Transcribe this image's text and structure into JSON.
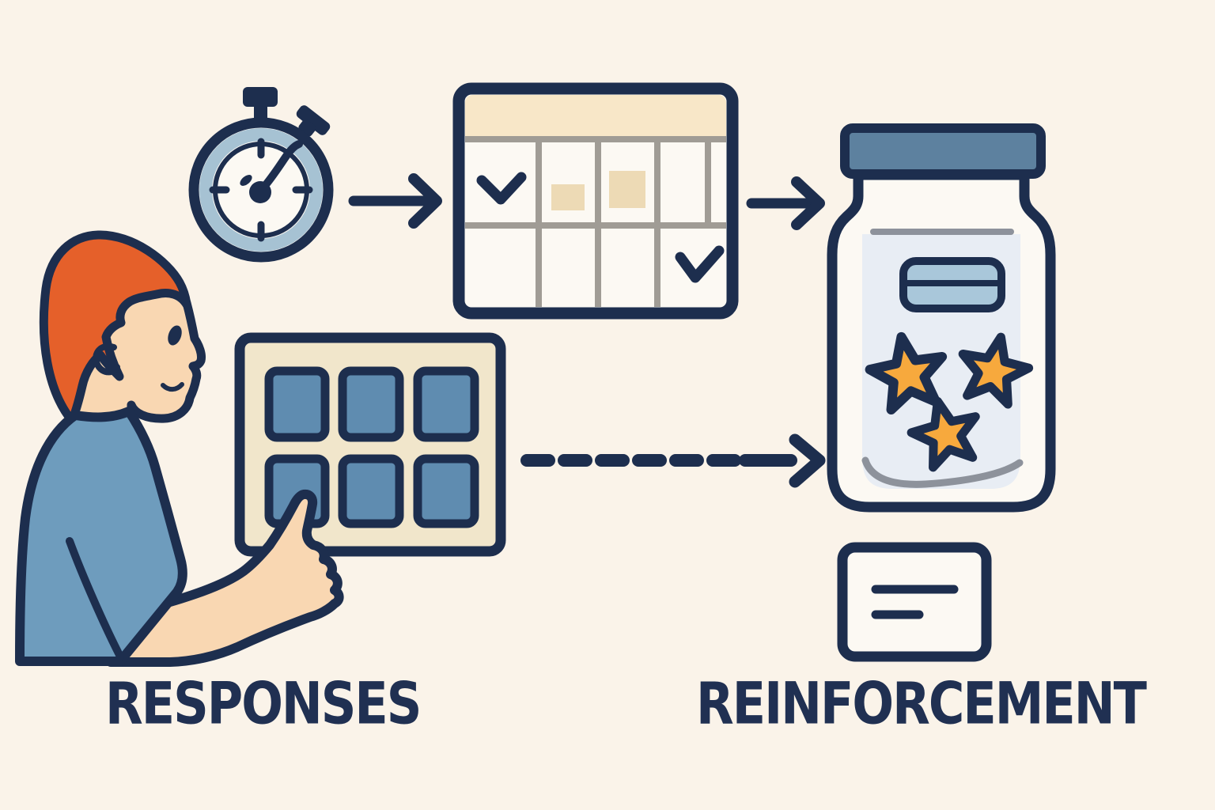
{
  "title": "Responses and reinforcement schedule illustration",
  "labels": {
    "responses": "RESPONSES",
    "reinforcement": "REINFORCEMENT"
  },
  "colors": {
    "background": "#faf3e9",
    "outline_navy": "#1d2e4e",
    "text_navy": "#203052",
    "hair_orange": "#e5602a",
    "skin": "#f9d7b2",
    "shirt_blue": "#6e9cbd",
    "button_blue": "#5f8cb0",
    "panel_tan": "#f1e6cb",
    "star_gold": "#f7a93d",
    "stopwatch_band": "#a6c2d3",
    "jar_lid_slate": "#5d819f",
    "jar_glass": "#e8edf4",
    "label_blue": "#a9c7da",
    "calendar_header": "#f8e7c8",
    "calendar_fill_tan": "#eddab5",
    "grid_gray": "#a09c95",
    "soft_gray": "#8d929b",
    "paper_white": "#fcf9f3"
  },
  "diagram": {
    "type": "flow-illustration",
    "nodes": [
      {
        "id": "stopwatch",
        "icon": "stopwatch-icon",
        "description": "stopwatch timer with hand pointing upper right"
      },
      {
        "id": "schedule-calendar",
        "icon": "calendar-grid-icon",
        "description": "calendar grid with checkmark top-left, two tan filled days, checkmark bottom-right"
      },
      {
        "id": "reward-jar",
        "icon": "jar-icon",
        "description": "lidded jar with blank label and three gold stars inside"
      },
      {
        "id": "person",
        "icon": "person-icon",
        "description": "person with orange hair and blue shirt pressing a button"
      },
      {
        "id": "response-panel",
        "icon": "button-grid-icon",
        "description": "panel with six blue buttons in a 3x2 grid"
      },
      {
        "id": "note-card",
        "icon": "card-icon",
        "description": "card with two blank text lines"
      }
    ],
    "edges": [
      {
        "from": "stopwatch",
        "to": "schedule-calendar",
        "style": "solid-arrow"
      },
      {
        "from": "schedule-calendar",
        "to": "reward-jar",
        "style": "solid-arrow"
      },
      {
        "from": "response-panel",
        "to": "reward-jar",
        "style": "dashed-arrow"
      }
    ],
    "star_count": 3,
    "button_count": 6,
    "calendar_checkmarks": 2
  }
}
